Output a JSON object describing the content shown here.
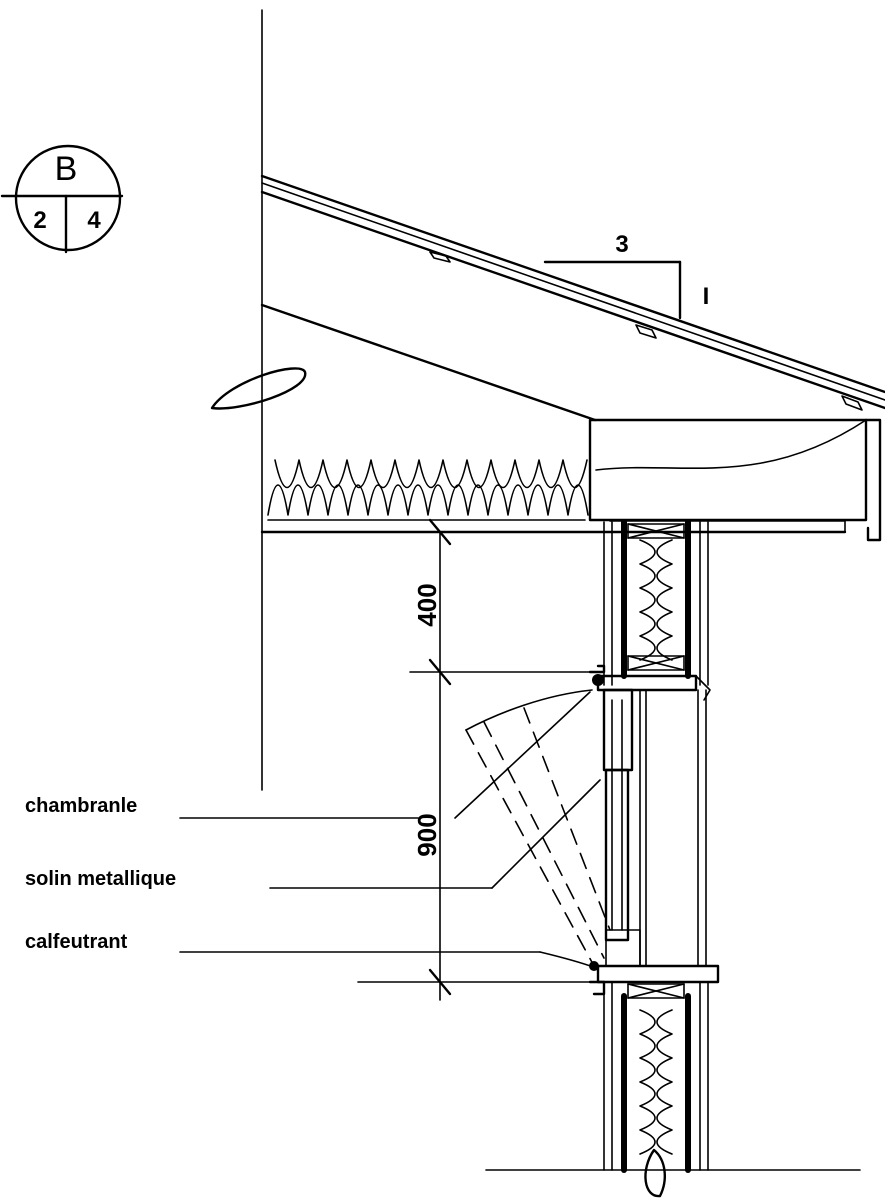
{
  "section_marker": {
    "letter": "B",
    "left_number": "2",
    "right_number": "4"
  },
  "slope_indicator": {
    "run": "3",
    "rise": "I"
  },
  "dimensions": {
    "upper": "400",
    "lower": "900"
  },
  "labels": {
    "chambranle": "chambranle",
    "solin": "solin  metallique",
    "calfeutrant": "calfeutrant"
  }
}
